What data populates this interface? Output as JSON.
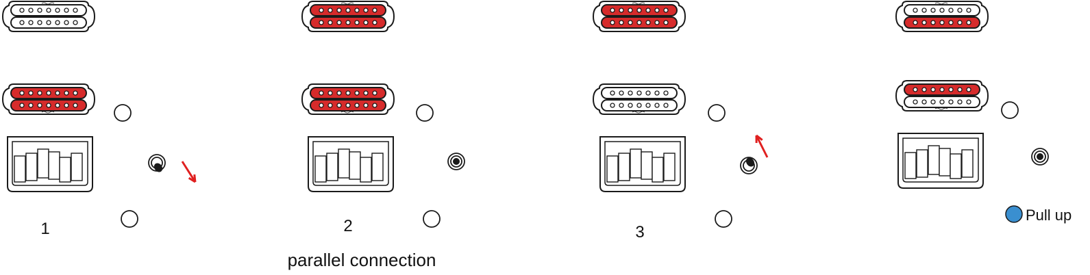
{
  "panels": [
    {
      "number": "1",
      "neck": [
        "off",
        "off"
      ],
      "bridge": [
        "on",
        "on"
      ],
      "toggle": "down"
    },
    {
      "number": "2",
      "neck": [
        "on",
        "on"
      ],
      "bridge": [
        "on",
        "on"
      ],
      "toggle": "center"
    },
    {
      "number": "3",
      "neck": [
        "on",
        "on"
      ],
      "bridge": [
        "off",
        "off"
      ],
      "toggle": "up"
    },
    {
      "number": "",
      "neck": [
        "off",
        "on"
      ],
      "bridge": [
        "on",
        "off"
      ],
      "toggle": "center"
    }
  ],
  "caption": "parallel connection",
  "legend": {
    "label": "Pull up",
    "color": "#3a8fd0"
  },
  "colors": {
    "active_coil": "#d62b2b",
    "inactive_coil": "#ffffff",
    "outline": "#1a1a1a",
    "arrow": "#e02020"
  },
  "icons": {
    "pickup": "humbucker-icon",
    "knob": "knob-icon",
    "switch": "blade-switch-icon",
    "toggle": "mini-toggle-icon",
    "arrow": "arrow-icon"
  }
}
